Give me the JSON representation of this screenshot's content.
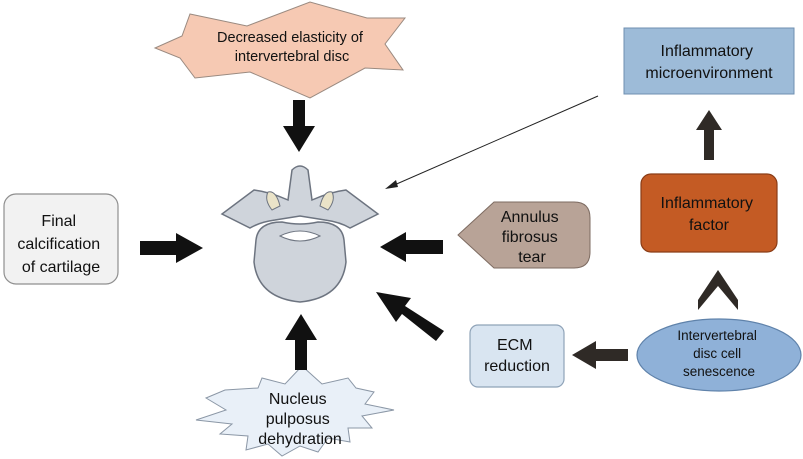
{
  "nodes": {
    "elasticity": {
      "lines": [
        "Decreased elasticity of",
        "intervertebral disc"
      ],
      "fill": "#f6c9b3"
    },
    "calcification": {
      "lines": [
        "Final",
        "calcification",
        "of cartilage"
      ],
      "fill": "#f2f2f2"
    },
    "dehydration": {
      "lines": [
        "Nucleus",
        "pulposus",
        "dehydration"
      ],
      "fill": "#e9f0f8"
    },
    "ecm": {
      "lines": [
        "ECM",
        "reduction"
      ],
      "fill": "#d9e5f1"
    },
    "annulus": {
      "lines": [
        "Annulus",
        "fibrosus",
        "tear"
      ],
      "fill": "#b8a397"
    },
    "senescence": {
      "lines": [
        "Intervertebral",
        "disc cell",
        "senescence"
      ],
      "fill": "#8fb1d8"
    },
    "factor": {
      "lines": [
        "Inflammatory",
        "factor"
      ],
      "fill": "#c45b24"
    },
    "microenv": {
      "lines": [
        "Inflammatory",
        "microenvironment"
      ],
      "fill": "#9dbbd8"
    }
  },
  "icons": {
    "center": "vertebra-icon"
  },
  "colors": {
    "arrow": "#111111",
    "arrow_dark": "#2f2a26",
    "vertebra": "#cfd4db",
    "vertebra_outline": "#6d7480"
  }
}
